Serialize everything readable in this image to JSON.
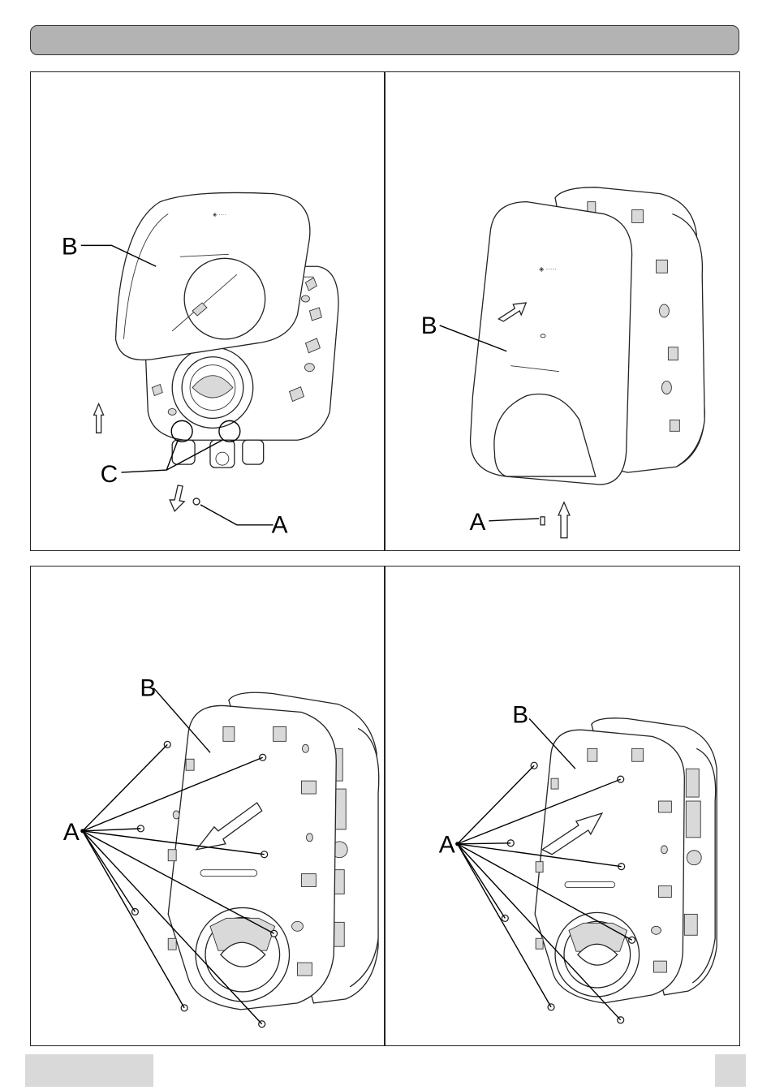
{
  "header": {
    "title": ""
  },
  "panels": [
    {
      "labels": {
        "a": "A",
        "b": "B",
        "c": "C"
      }
    },
    {
      "labels": {
        "a": "A",
        "b": "B"
      }
    },
    {
      "labels": {
        "a": "A",
        "b": "B"
      }
    },
    {
      "labels": {
        "a": "A",
        "b": "B"
      }
    }
  ],
  "footer": {
    "left_text": "",
    "page_number": ""
  }
}
